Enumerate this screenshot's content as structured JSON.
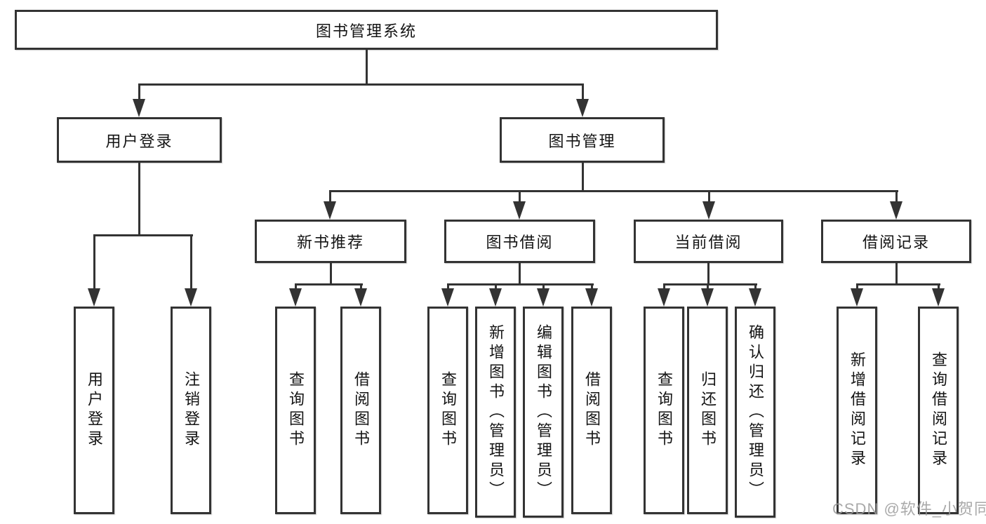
{
  "diagram": {
    "root": "图书管理系统",
    "level2": [
      {
        "label": "用户登录",
        "children": [
          "用户登录",
          "注销登录"
        ]
      },
      {
        "label": "图书管理"
      }
    ],
    "level3": [
      {
        "label": "新书推荐",
        "children": [
          "查询图书",
          "借阅图书"
        ]
      },
      {
        "label": "图书借阅",
        "children": [
          "查询图书",
          "新增图书（管理员）",
          "编辑图书（管理员）",
          "借阅图书"
        ]
      },
      {
        "label": "当前借阅",
        "children": [
          "查询图书",
          "归还图书",
          "确认归还（管理员）"
        ]
      },
      {
        "label": "借阅记录",
        "children": [
          "新增借阅记录",
          "查询借阅记录"
        ]
      }
    ],
    "watermark": "CSDN @软件_小贺同学",
    "colors": {
      "line": "#333333",
      "text": "#141414",
      "watermark": "#9b9b9b",
      "background": "#ffffff"
    }
  }
}
